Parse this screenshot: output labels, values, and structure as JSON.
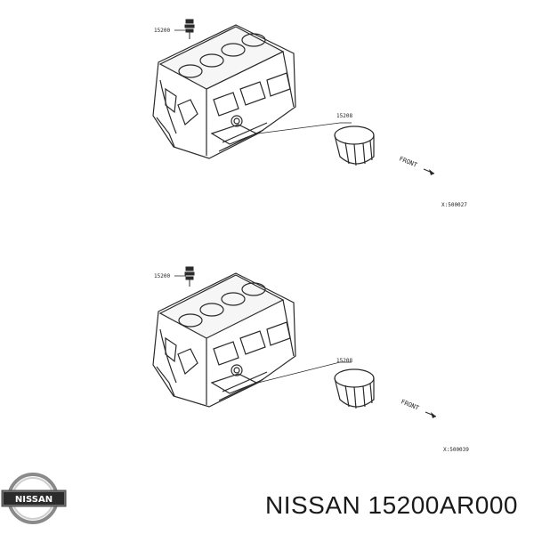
{
  "diagrams": [
    {
      "callout_top": "15200",
      "callout_filter": "15208",
      "direction_label": "FRONT",
      "ref_code": "X:500027"
    },
    {
      "callout_top": "15200",
      "callout_filter": "15208",
      "direction_label": "FRONT",
      "ref_code": "X:500039"
    }
  ],
  "footer": {
    "brand": "NISSAN",
    "part_number": "15200AR000",
    "logo_text": "NISSAN"
  },
  "colors": {
    "line": "#2a2a2a",
    "background": "#ffffff"
  }
}
